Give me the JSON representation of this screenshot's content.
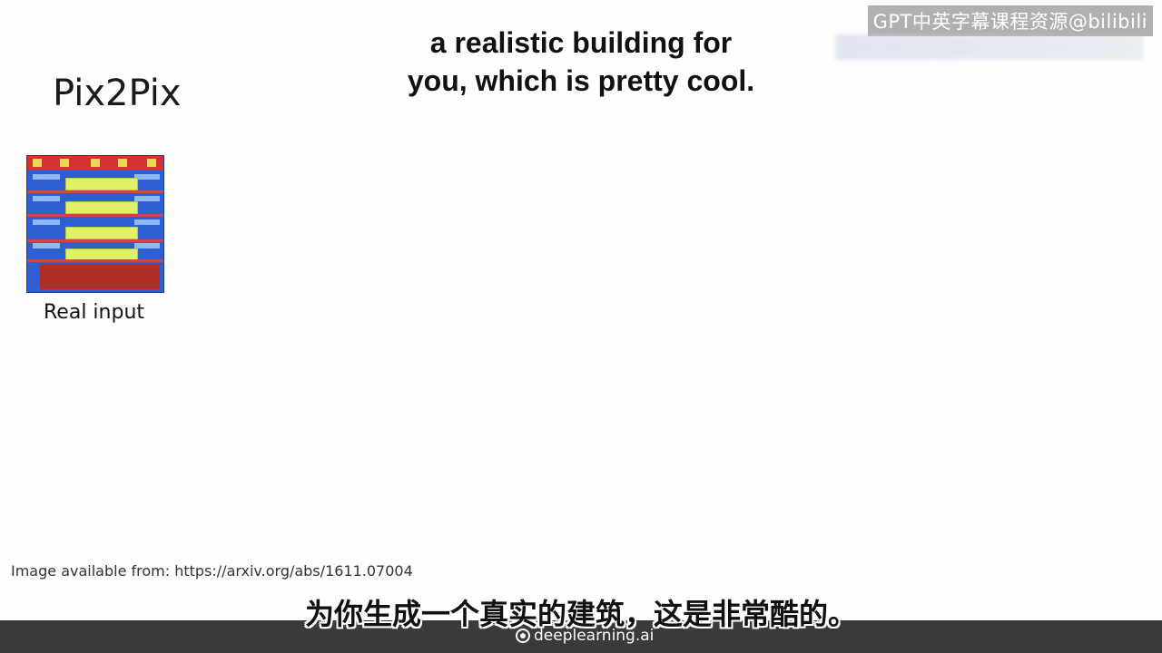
{
  "watermark": {
    "text": "GPT中英字幕课程资源@bilibili"
  },
  "subtitle_en": {
    "line1": "a realistic building for",
    "line2": "you, which is pretty cool."
  },
  "slide": {
    "title": "Pix2Pix",
    "image_caption": "Real input",
    "source": "Image available from: https://arxiv.org/abs/1611.07004"
  },
  "footer": {
    "brand": "deeplearning.ai"
  },
  "subtitle_zh": {
    "text": "为你生成一个真实的建筑，这是非常酷的。"
  },
  "colors": {
    "facade_blue": "#2d5fd0",
    "facade_red": "#d63030",
    "facade_yellow": "#e2f069",
    "bottom_bar": "#3a3a3a"
  }
}
